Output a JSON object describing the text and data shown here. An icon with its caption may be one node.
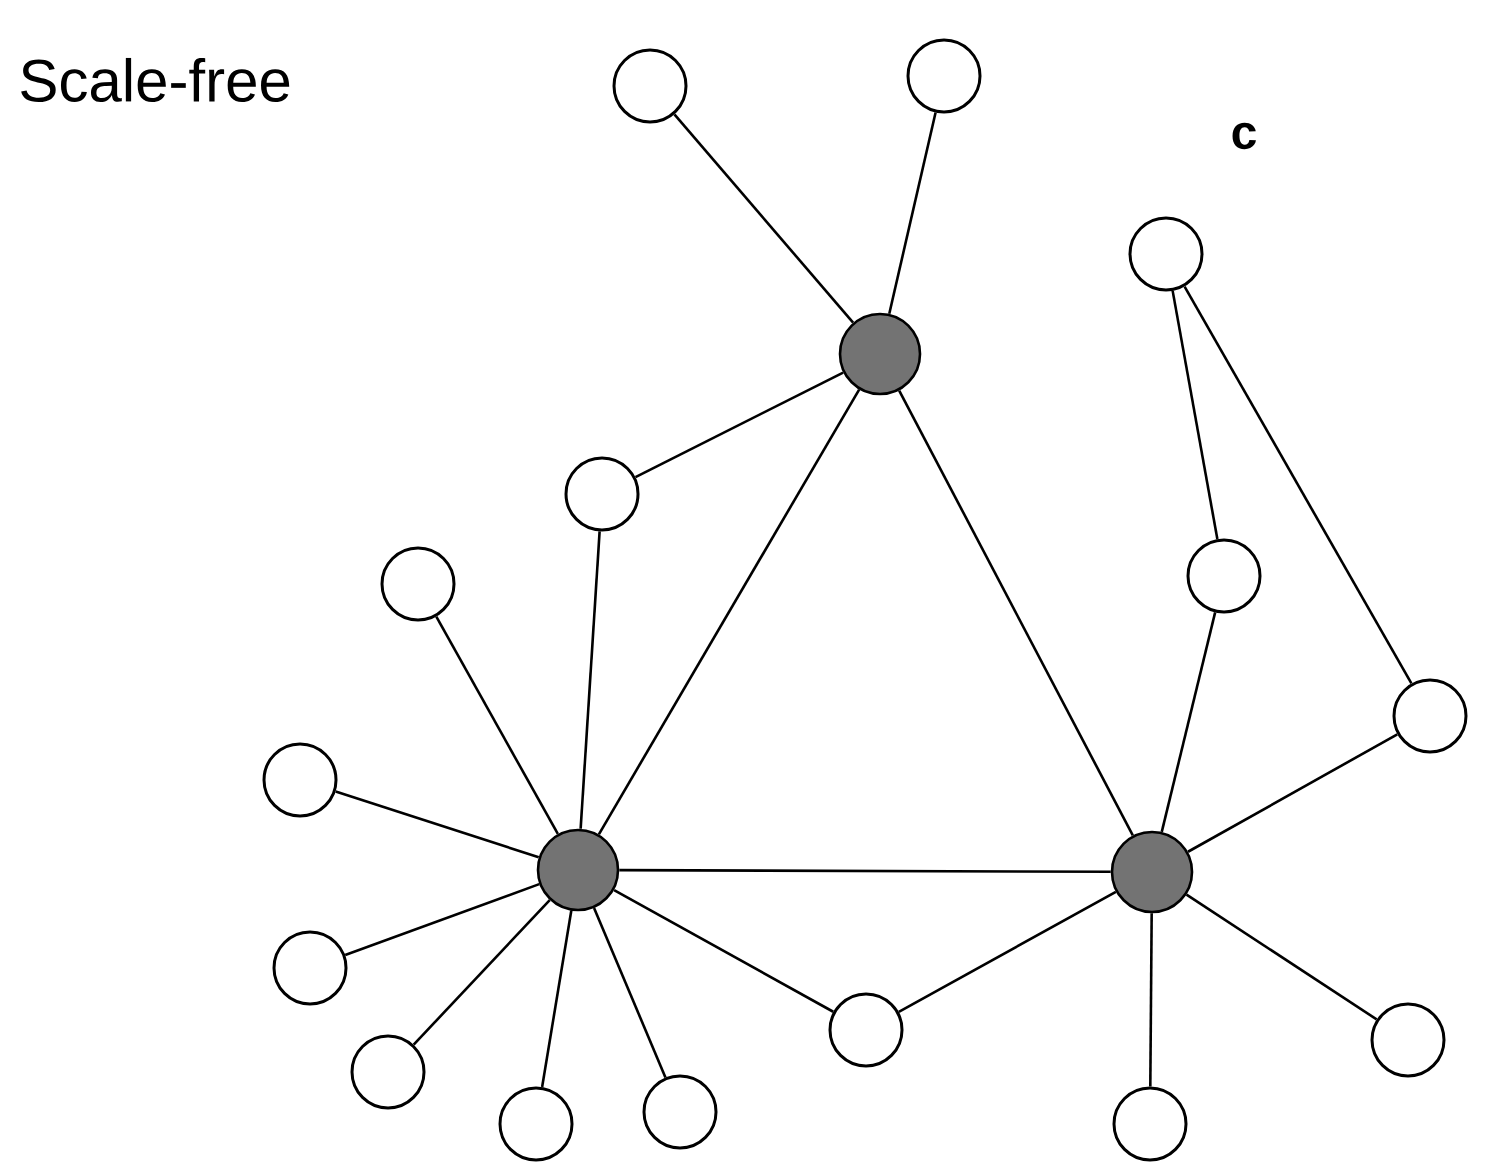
{
  "diagram": {
    "nodes": [
      {
        "text": [],
        "shape": "circle"
      },
      {
        "text": [],
        "shape": "circle"
      },
      {
        "text": [],
        "shape": "circle"
      },
      {
        "text": [],
        "shape": "circle"
      },
      {
        "text": [],
        "shape": "circle"
      },
      {
        "text": [],
        "shape": "circle"
      },
      {
        "text": [],
        "shape": "circle"
      },
      {
        "text": [],
        "shape": "circle"
      },
      {
        "text": [],
        "shape": "circle"
      },
      {
        "text": [],
        "shape": "circle"
      },
      {
        "text": [],
        "shape": "circle"
      },
      {
        "text": [],
        "shape": "circle"
      },
      {
        "text": [],
        "shape": "circle"
      },
      {
        "text": [],
        "shape": "circle"
      },
      {
        "text": [],
        "shape": "circle"
      },
      {
        "text": [],
        "shape": "circle"
      },
      {
        "text": [],
        "shape": "circle"
      },
      {
        "text": [],
        "shape": "circle"
      }
    ],
    "edges": [
      {
        "from": 3,
        "to": 1,
        "arrow": "none"
      },
      {
        "from": 3,
        "to": 0,
        "arrow": "none"
      },
      {
        "from": 3,
        "to": 4,
        "arrow": "none"
      },
      {
        "from": 3,
        "to": 9,
        "arrow": "none"
      },
      {
        "from": 3,
        "to": 10,
        "arrow": "none"
      },
      {
        "from": 4,
        "to": 9,
        "arrow": "none"
      },
      {
        "from": 6,
        "to": 9,
        "arrow": "none"
      },
      {
        "from": 8,
        "to": 9,
        "arrow": "none"
      },
      {
        "from": 11,
        "to": 9,
        "arrow": "none"
      },
      {
        "from": 14,
        "to": 9,
        "arrow": "none"
      },
      {
        "from": 16,
        "to": 9,
        "arrow": "none"
      },
      {
        "from": 15,
        "to": 9,
        "arrow": "none"
      },
      {
        "from": 9,
        "to": 10,
        "arrow": "none"
      },
      {
        "from": 9,
        "to": 12,
        "arrow": "none"
      },
      {
        "from": 12,
        "to": 10,
        "arrow": "none"
      },
      {
        "from": 10,
        "to": 5,
        "arrow": "none"
      },
      {
        "from": 5,
        "to": 2,
        "arrow": "none"
      },
      {
        "from": 2,
        "to": 7,
        "arrow": "none"
      },
      {
        "from": 7,
        "to": 10,
        "arrow": "none"
      },
      {
        "from": 10,
        "to": 13,
        "arrow": "none"
      },
      {
        "from": 10,
        "to": 17,
        "arrow": "none"
      }
    ],
    "labels": [
      "Scale-free",
      "c"
    ]
  }
}
